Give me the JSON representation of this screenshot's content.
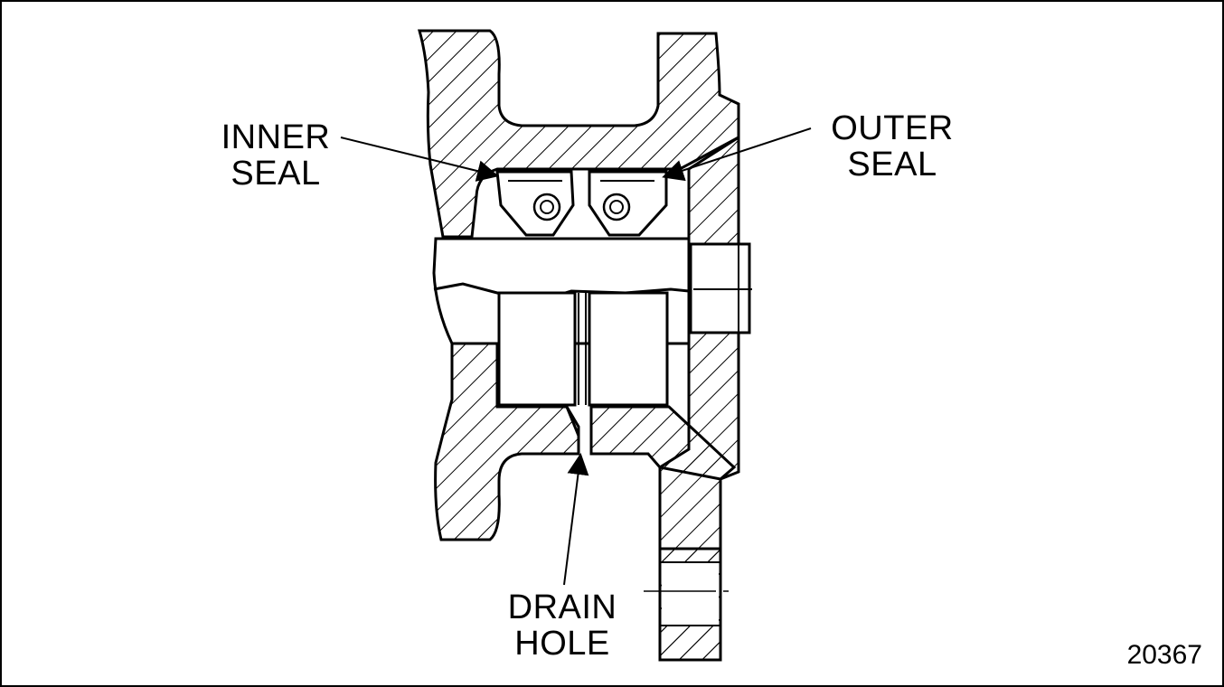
{
  "labels": {
    "inner_seal": [
      "INNER",
      "SEAL"
    ],
    "outer_seal": [
      "OUTER",
      "SEAL"
    ],
    "drain_hole": [
      "DRAIN",
      "HOLE"
    ]
  },
  "figure_number": "20367",
  "colors": {
    "line": "#000000",
    "background": "#ffffff"
  }
}
